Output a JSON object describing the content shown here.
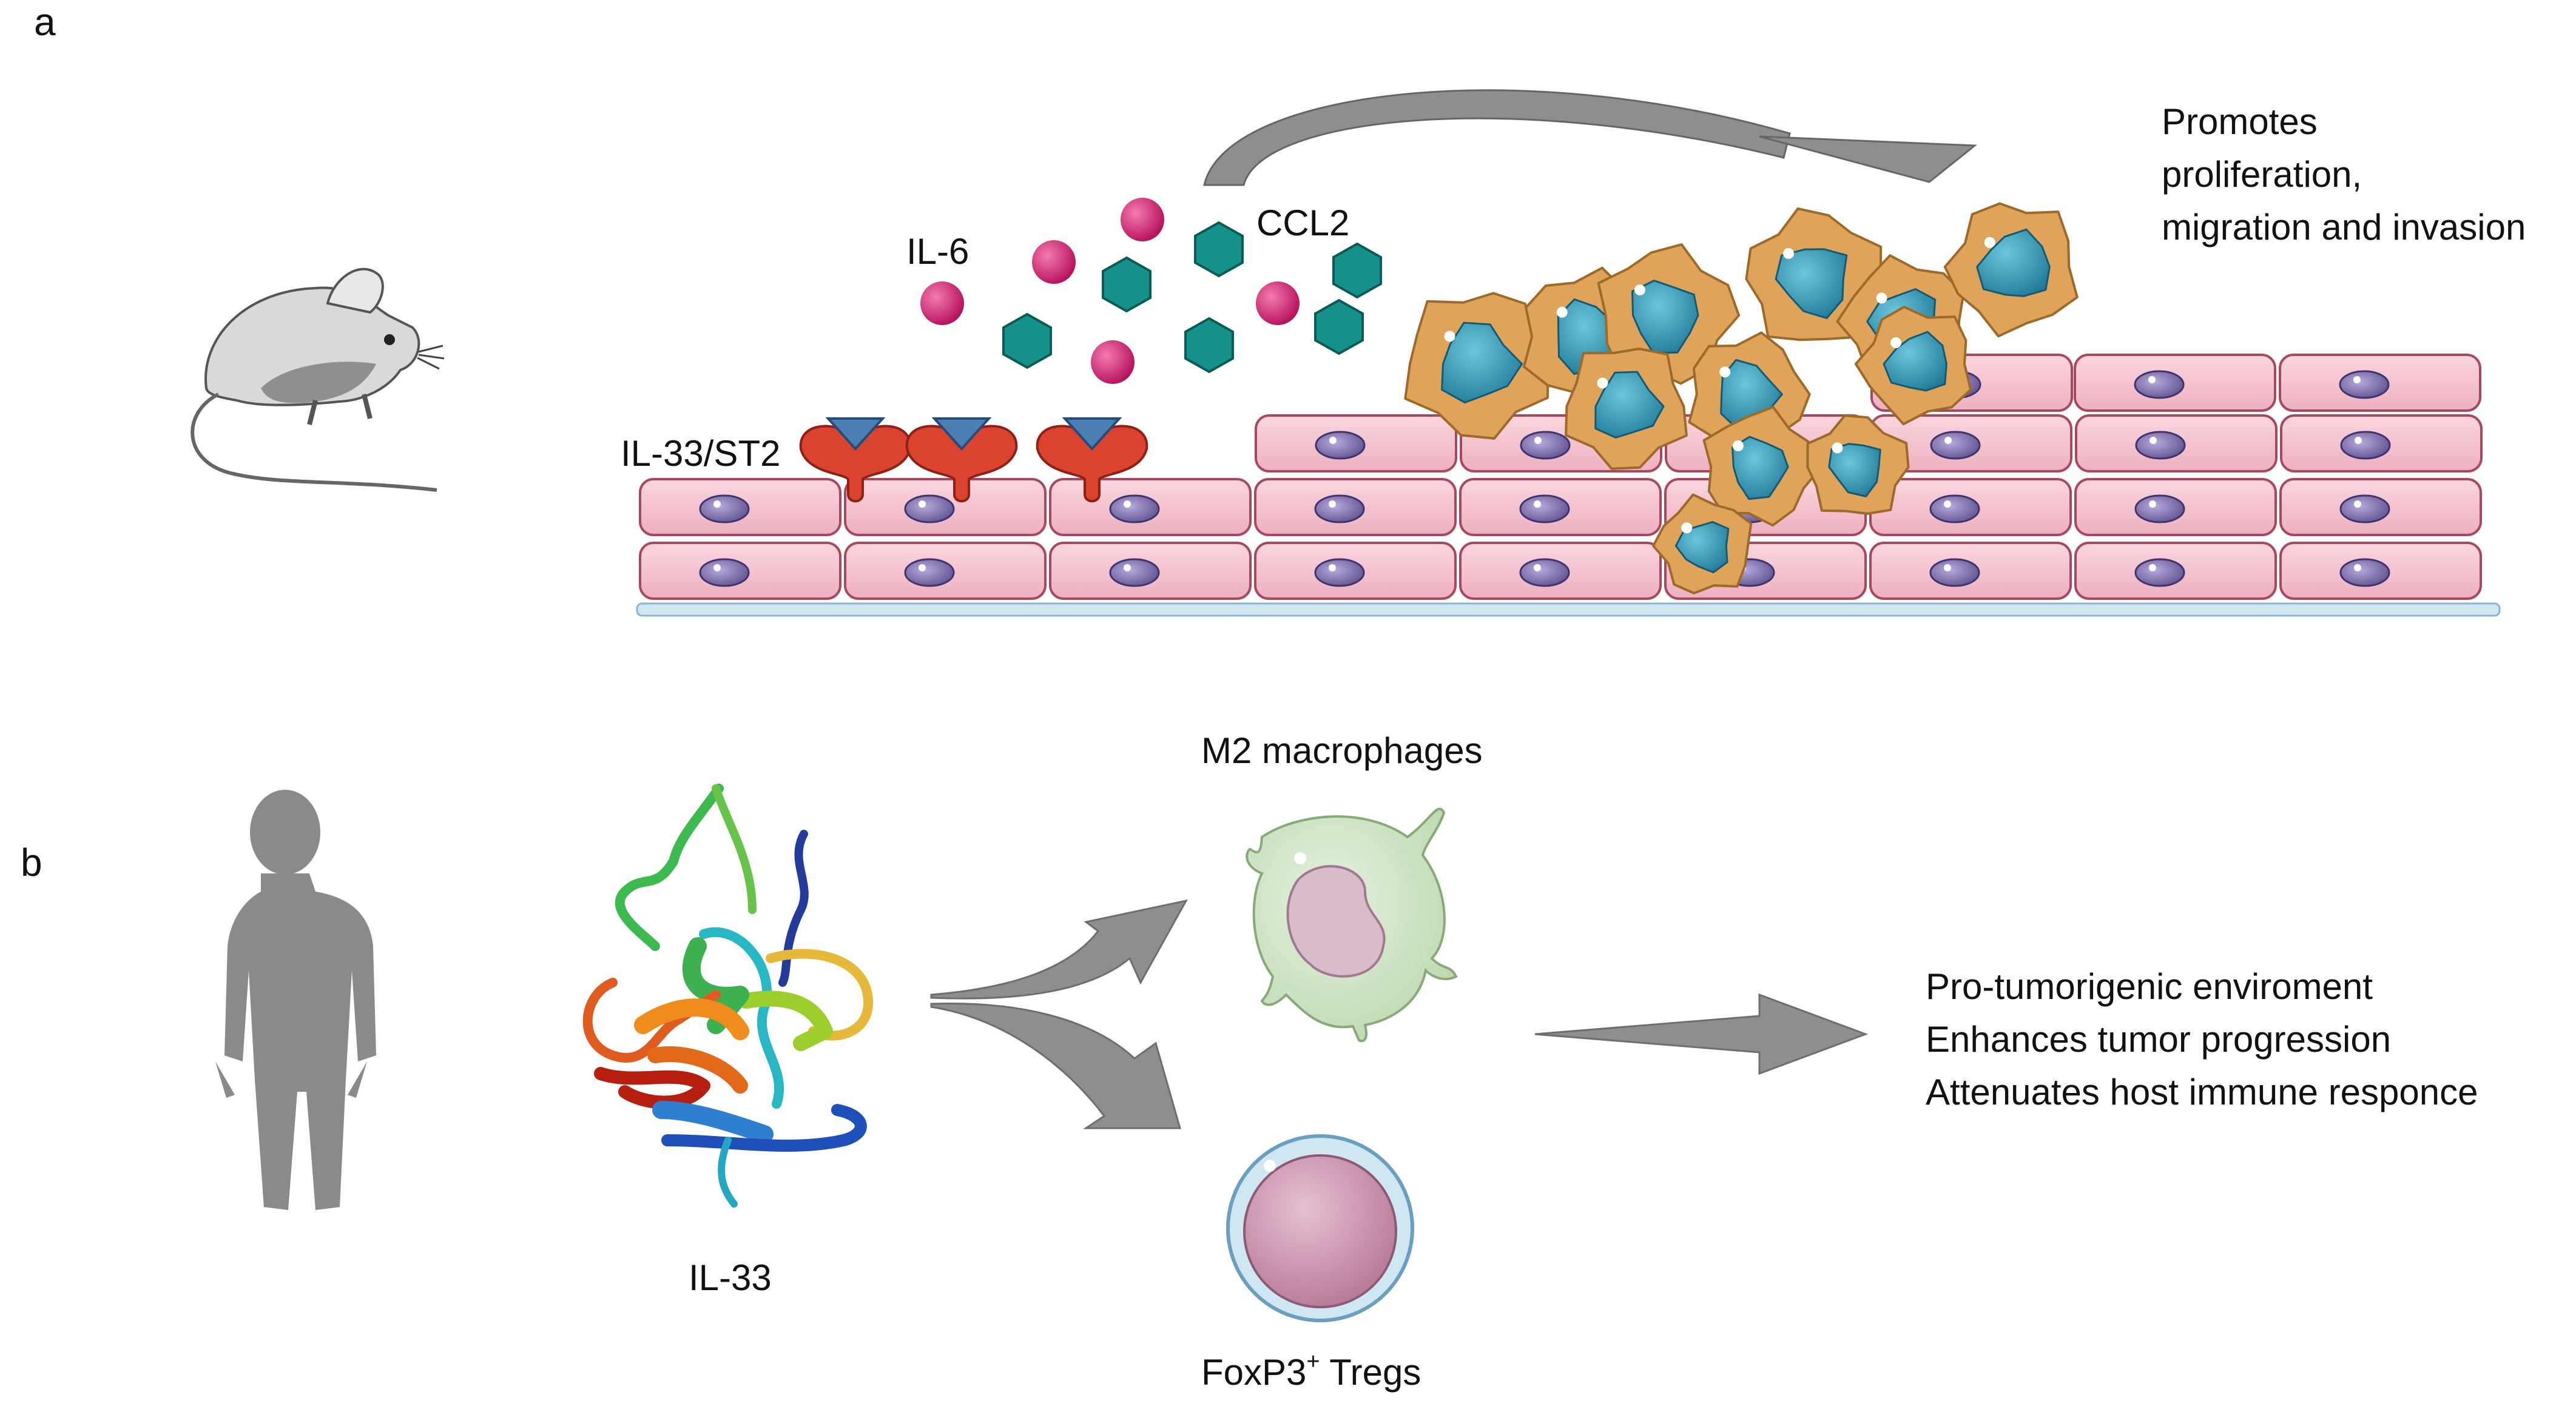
{
  "panels": {
    "a": "a",
    "b": "b"
  },
  "panel_a": {
    "cytokine_il6": "IL-6",
    "chemokine_ccl2": "CCL2",
    "receptor_label": "IL-33/ST2",
    "outcome_lines": [
      "Promotes",
      "proliferation,",
      "migration and invasion"
    ],
    "icons": [
      "mouse-icon",
      "epithelial-cell-icon",
      "tumor-cell-icon",
      "receptor-icon",
      "curved-arrow-icon"
    ]
  },
  "panel_b": {
    "cytokine_label": "IL-33",
    "m2_label": "M2 macrophages",
    "treg_label_main": "FoxP3",
    "treg_label_sup": "+",
    "treg_label_suffix": " Tregs",
    "outcome_lines": [
      "Pro-tumorigenic enviroment",
      "Enhances tumor progression",
      "Attenuates host immune responce"
    ],
    "icons": [
      "human-silhouette-icon",
      "protein-ribbon-icon",
      "macrophage-icon",
      "treg-cell-icon",
      "arrow-icon"
    ]
  },
  "colors": {
    "epithelium": "#f4c3cf",
    "epithelium_border": "#a8485e",
    "nucleus": "#7f6fa8",
    "tumor": "#dfa35a",
    "tumor_nucleus": "#2f96b1",
    "receptor": "#d9432f",
    "receptor_ligand": "#4a7fb3",
    "il6_particle": "#d41a6c",
    "ccl2_particle": "#15918a",
    "arrow_gray": "#8e8e8e",
    "macrophage": "#cfe3c6",
    "treg": "#d09ab2"
  }
}
